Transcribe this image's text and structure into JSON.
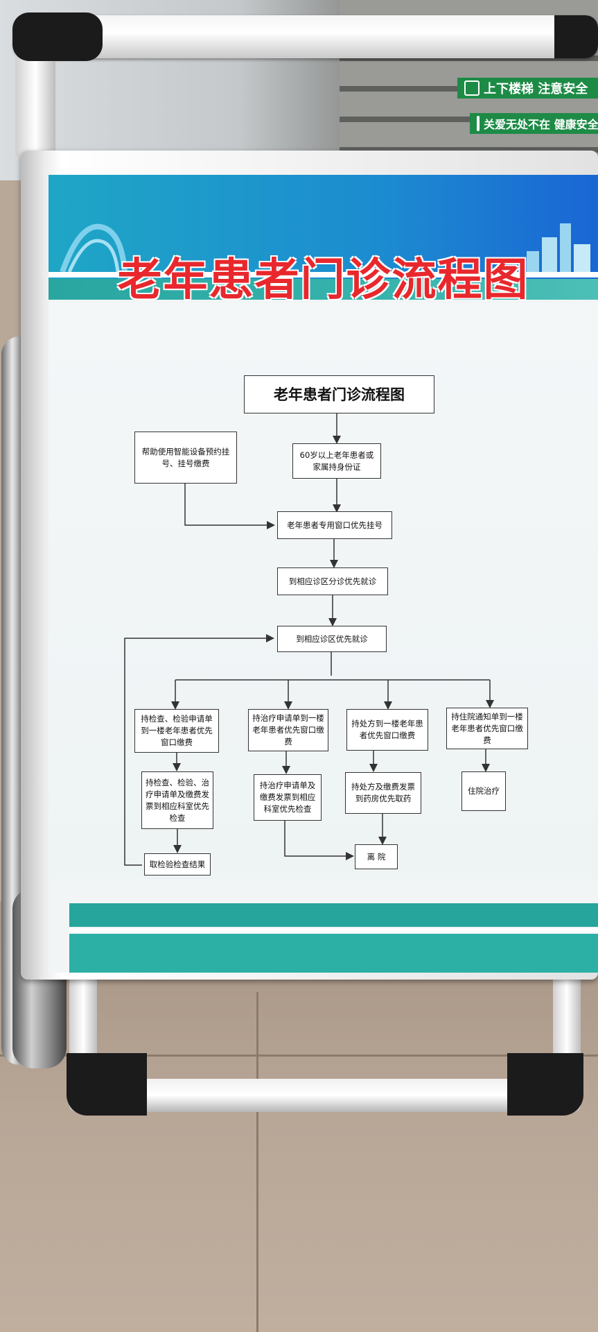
{
  "background": {
    "stair_signs": [
      "上下楼梯 注意安全",
      "关爱无处不在 健康安全在"
    ]
  },
  "poster": {
    "title": "老年患者门诊流程图",
    "colors": {
      "title_red": "#e8282d",
      "header_blue": "#1c8cd0",
      "band_teal": "#2cb0a5"
    }
  },
  "flowchart": {
    "title": "老年患者门诊流程图",
    "nodes": {
      "smart_device": "帮助使用智能设备预约挂号、挂号缴费",
      "age_60": "60岁以上老年患者或家属持身份证",
      "priority_register": "老年患者专用窗口优先挂号",
      "triage": "到相应诊区分诊优先就诊",
      "priority_visit": "到相应诊区优先就诊",
      "exam_request": "持检查、检验申请单到一楼老年患者优先窗口缴费",
      "exam_invoice": "持检查、检验、治疗申请单及缴费发票到相应科室优先检查",
      "get_results": "取检验检查结果",
      "treatment_request": "持治疗申请单到一楼老年患者优先窗口缴费",
      "treatment_invoice": "持治疗申请单及缴费发票到相应科室优先检查",
      "prescription": "持处方到一楼老年患者优先窗口缴费",
      "pharmacy": "持处方及缴费发票到药房优先取药",
      "leave": "离 院",
      "admission_notice": "持住院通知单到一楼老年患者优先窗口缴费",
      "inpatient": "住院治疗"
    }
  }
}
